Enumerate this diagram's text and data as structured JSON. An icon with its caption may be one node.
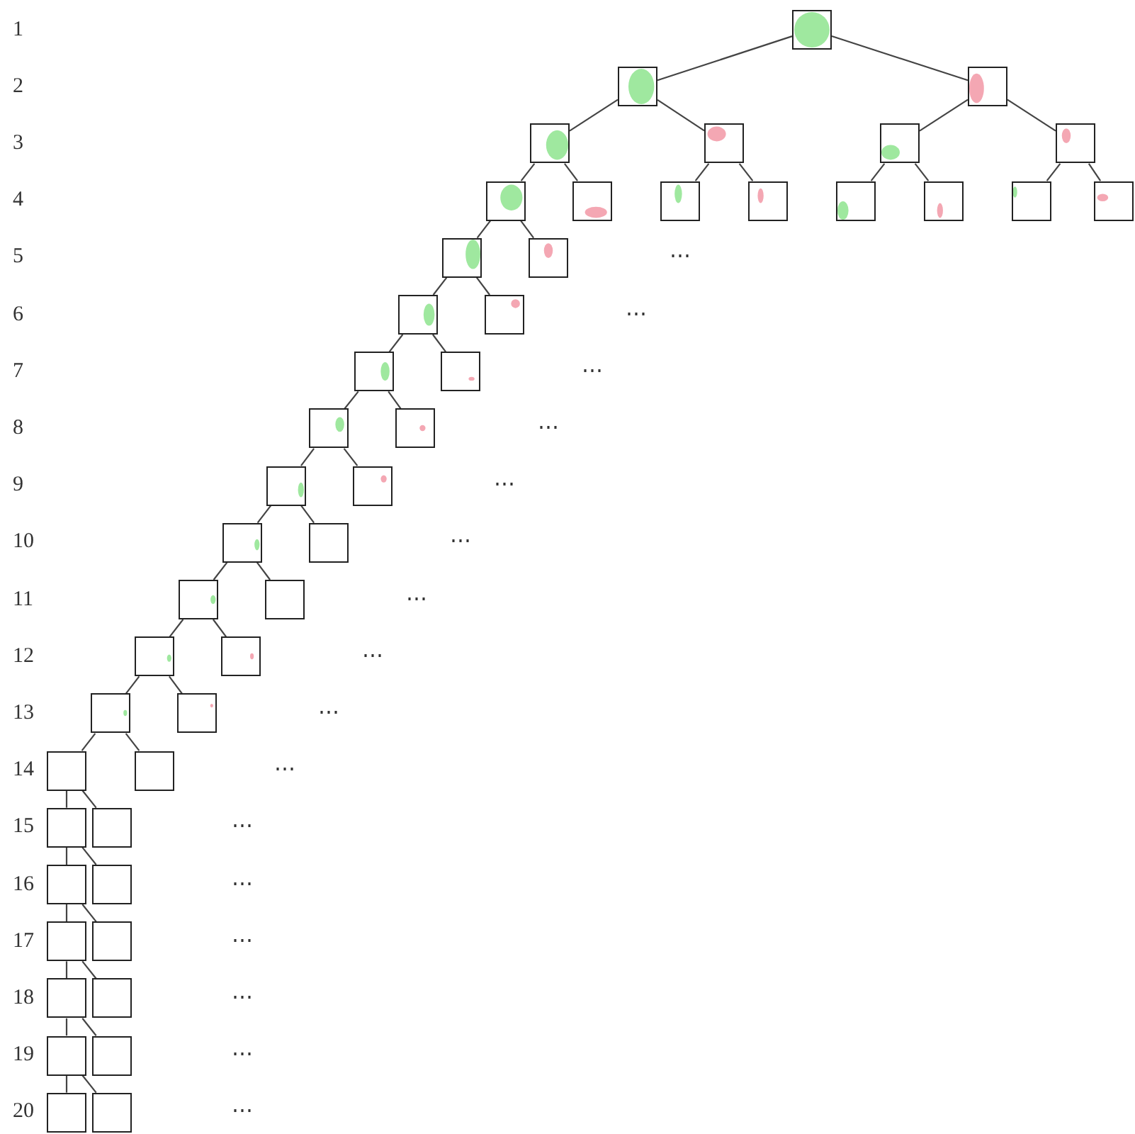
{
  "diagram": {
    "nodes": [
      {
        "text": [],
        "shape": "box"
      },
      {
        "text": [],
        "shape": "box"
      },
      {
        "text": [],
        "shape": "box"
      },
      {
        "text": [],
        "shape": "box"
      },
      {
        "text": [],
        "shape": "box"
      },
      {
        "text": [],
        "shape": "box"
      },
      {
        "text": [],
        "shape": "box"
      },
      {
        "text": [],
        "shape": "box"
      },
      {
        "text": [],
        "shape": "box"
      },
      {
        "text": [],
        "shape": "box"
      },
      {
        "text": [],
        "shape": "box"
      },
      {
        "text": [],
        "shape": "box"
      },
      {
        "text": [],
        "shape": "box"
      },
      {
        "text": [],
        "shape": "box"
      },
      {
        "text": [],
        "shape": "box"
      },
      {
        "text": [],
        "shape": "box"
      },
      {
        "text": [],
        "shape": "box"
      },
      {
        "text": [],
        "shape": "box"
      },
      {
        "text": [],
        "shape": "box"
      },
      {
        "text": [],
        "shape": "box"
      },
      {
        "text": [],
        "shape": "box"
      },
      {
        "text": [],
        "shape": "box"
      },
      {
        "text": [],
        "shape": "box"
      },
      {
        "text": [],
        "shape": "box"
      },
      {
        "text": [],
        "shape": "box"
      },
      {
        "text": [],
        "shape": "box"
      },
      {
        "text": [],
        "shape": "box"
      },
      {
        "text": [],
        "shape": "box"
      },
      {
        "text": [],
        "shape": "box"
      },
      {
        "text": [],
        "shape": "box"
      },
      {
        "text": [],
        "shape": "box"
      },
      {
        "text": [],
        "shape": "box"
      },
      {
        "text": [],
        "shape": "box"
      },
      {
        "text": [],
        "shape": "box"
      },
      {
        "text": [],
        "shape": "box"
      },
      {
        "text": [],
        "shape": "box"
      },
      {
        "text": [],
        "shape": "box"
      },
      {
        "text": [],
        "shape": "box"
      },
      {
        "text": [],
        "shape": "box"
      },
      {
        "text": [],
        "shape": "box"
      },
      {
        "text": [],
        "shape": "box"
      },
      {
        "text": [],
        "shape": "box"
      },
      {
        "text": [],
        "shape": "box"
      },
      {
        "text": [],
        "shape": "box"
      },
      {
        "text": [],
        "shape": "box"
      },
      {
        "text": [],
        "shape": "box"
      },
      {
        "text": [],
        "shape": "box"
      }
    ],
    "edges": [
      {
        "from": 0,
        "to": 1,
        "arrow": "none"
      },
      {
        "from": 0,
        "to": 2,
        "arrow": "none"
      },
      {
        "from": 1,
        "to": 3,
        "arrow": "none"
      },
      {
        "from": 1,
        "to": 4,
        "arrow": "none"
      },
      {
        "from": 2,
        "to": 5,
        "arrow": "none"
      },
      {
        "from": 2,
        "to": 6,
        "arrow": "none"
      },
      {
        "from": 3,
        "to": 7,
        "arrow": "none"
      },
      {
        "from": 3,
        "to": 8,
        "arrow": "none"
      },
      {
        "from": 4,
        "to": 9,
        "arrow": "none"
      },
      {
        "from": 4,
        "to": 10,
        "arrow": "none"
      },
      {
        "from": 5,
        "to": 11,
        "arrow": "none"
      },
      {
        "from": 5,
        "to": 12,
        "arrow": "none"
      },
      {
        "from": 6,
        "to": 13,
        "arrow": "none"
      },
      {
        "from": 6,
        "to": 14,
        "arrow": "none"
      },
      {
        "from": 7,
        "to": 15,
        "arrow": "none"
      },
      {
        "from": 7,
        "to": 16,
        "arrow": "none"
      },
      {
        "from": 15,
        "to": 17,
        "arrow": "none"
      },
      {
        "from": 15,
        "to": 18,
        "arrow": "none"
      },
      {
        "from": 17,
        "to": 19,
        "arrow": "none"
      },
      {
        "from": 17,
        "to": 20,
        "arrow": "none"
      },
      {
        "from": 19,
        "to": 21,
        "arrow": "none"
      },
      {
        "from": 19,
        "to": 22,
        "arrow": "none"
      },
      {
        "from": 21,
        "to": 23,
        "arrow": "none"
      },
      {
        "from": 21,
        "to": 24,
        "arrow": "none"
      },
      {
        "from": 23,
        "to": 25,
        "arrow": "none"
      },
      {
        "from": 23,
        "to": 26,
        "arrow": "none"
      },
      {
        "from": 25,
        "to": 27,
        "arrow": "none"
      },
      {
        "from": 25,
        "to": 28,
        "arrow": "none"
      },
      {
        "from": 27,
        "to": 29,
        "arrow": "none"
      },
      {
        "from": 27,
        "to": 30,
        "arrow": "none"
      },
      {
        "from": 29,
        "to": 31,
        "arrow": "none"
      },
      {
        "from": 29,
        "to": 32,
        "arrow": "none"
      },
      {
        "from": 31,
        "to": 33,
        "arrow": "none"
      },
      {
        "from": 31,
        "to": 34,
        "arrow": "none"
      },
      {
        "from": 33,
        "to": 35,
        "arrow": "none"
      },
      {
        "from": 33,
        "to": 36,
        "arrow": "none"
      },
      {
        "from": 35,
        "to": 37,
        "arrow": "none"
      },
      {
        "from": 35,
        "to": 38,
        "arrow": "none"
      },
      {
        "from": 37,
        "to": 39,
        "arrow": "none"
      },
      {
        "from": 37,
        "to": 40,
        "arrow": "none"
      },
      {
        "from": 39,
        "to": 41,
        "arrow": "none"
      },
      {
        "from": 39,
        "to": 42,
        "arrow": "none"
      },
      {
        "from": 41,
        "to": 43,
        "arrow": "none"
      },
      {
        "from": 41,
        "to": 44,
        "arrow": "none"
      },
      {
        "from": 43,
        "to": 45,
        "arrow": "none"
      },
      {
        "from": 43,
        "to": 46,
        "arrow": "none"
      }
    ],
    "labels": [
      "1",
      "2",
      "3",
      "4",
      "5",
      "⋯",
      "6",
      "⋯",
      "7",
      "⋯",
      "8",
      "⋯",
      "9",
      "⋯",
      "10",
      "⋯",
      "11",
      "⋯",
      "12",
      "⋯",
      "13",
      "⋯",
      "14",
      "⋯",
      "15",
      "⋯",
      "16",
      "⋯",
      "17",
      "⋯",
      "18",
      "⋯",
      "19",
      "⋯",
      "20",
      "⋯"
    ]
  }
}
